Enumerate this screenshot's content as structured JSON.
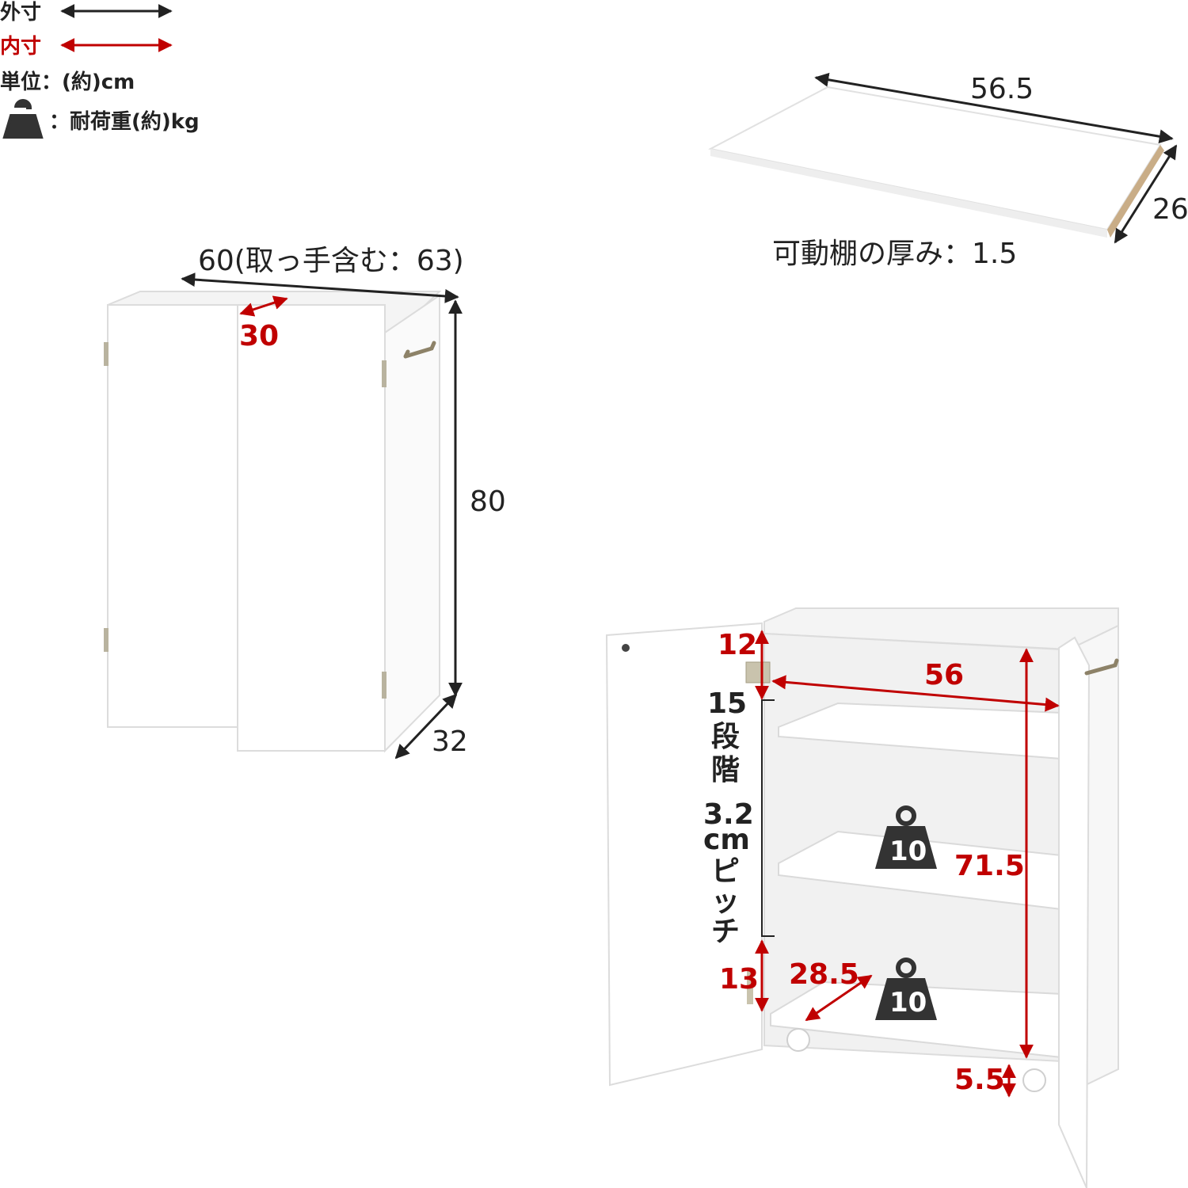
{
  "legend": {
    "outer": "外寸",
    "inner": "内寸",
    "unit": "単位：(約)cm",
    "load": "：耐荷重(約)kg"
  },
  "closed_cabinet": {
    "width": "60(取っ手含む：63)",
    "inner_depth": "30",
    "height": "80",
    "depth": "32"
  },
  "shelf_board": {
    "width": "56.5",
    "depth": "26",
    "thickness_label": "可動棚の厚み：1.5"
  },
  "open_cabinet": {
    "top_gap": "12",
    "inner_width": "56",
    "inner_height": "71.5",
    "bottom_gap": "13",
    "inner_depth": "28.5",
    "base_height": "5.5",
    "pitch_label_1": "15",
    "pitch_label_2": "段",
    "pitch_label_3": "階",
    "pitch_label_4": "3.2",
    "pitch_label_5": "cm",
    "pitch_label_6": "ピ",
    "pitch_label_7": "ッ",
    "pitch_label_8": "チ",
    "load_upper": "10",
    "load_lower": "10"
  },
  "colors": {
    "outer_line": "#222222",
    "inner_line": "#c00000",
    "panel_edge": "#d8d8d8",
    "weight_icon": "#333333"
  }
}
